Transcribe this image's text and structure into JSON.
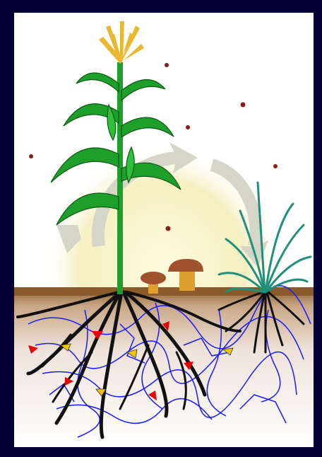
{
  "illustration": {
    "frame_color": "#000033",
    "panel_color": "#ffffff",
    "soil_color": "#8a5a2b",
    "root_color": "#111111",
    "hyphae_color": "#1a1aff",
    "maize_leaf_color": "#1e9e2a",
    "tassel_color": "#e8b830",
    "grass_color": "#1f8f7a",
    "mushroom_cap_color": "#a0522d",
    "mushroom_stem_color": "#e0a030",
    "cycle_arrow_color": "#d9d9c0",
    "nutrient_marker_colors": [
      "#e60000",
      "#f5c400"
    ],
    "icons": [
      "maize-plant",
      "grass-plant",
      "mushroom",
      "root-system",
      "mycorrhizal-hyphae",
      "nutrient-cycle-arrows",
      "spores"
    ]
  }
}
